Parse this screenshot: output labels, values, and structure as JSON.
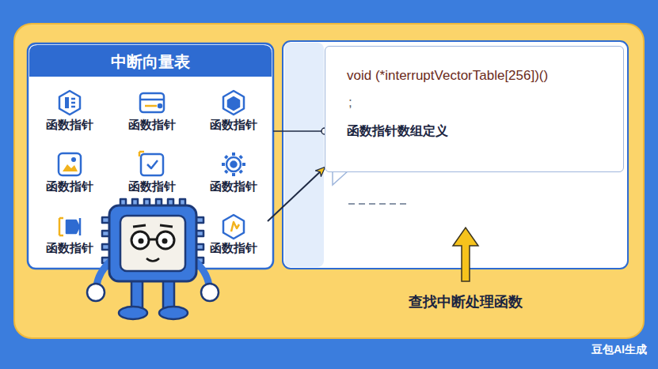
{
  "diagram": {
    "nodes": [
      {
        "text": [
          "中断向量表"
        ]
      },
      {
        "text": [
          "函数指针"
        ],
        "in": 0
      },
      {
        "text": [
          "函数指针"
        ],
        "in": 0
      },
      {
        "text": [
          "函数指针"
        ],
        "in": 0
      },
      {
        "text": [
          "函数指针"
        ],
        "in": 0
      },
      {
        "text": [
          "函数指针"
        ],
        "in": 0
      },
      {
        "text": [
          "函数指针"
        ],
        "in": 0
      },
      {
        "text": [
          "函数指针"
        ],
        "in": 0
      },
      {
        "text": [
          "函数指针"
        ],
        "in": 0
      },
      {
        "text": [
          "void (*interruptVectorTable[256])()",
          ";",
          "函数指针数组定义"
        ]
      }
    ],
    "edges": [
      {
        "from": 0,
        "to": 9,
        "arrow": "none"
      },
      {
        "from": 8,
        "to": 9,
        "arrow": "to"
      }
    ],
    "labels": [
      "查找中断处理函数",
      "豆包AI生成"
    ]
  }
}
